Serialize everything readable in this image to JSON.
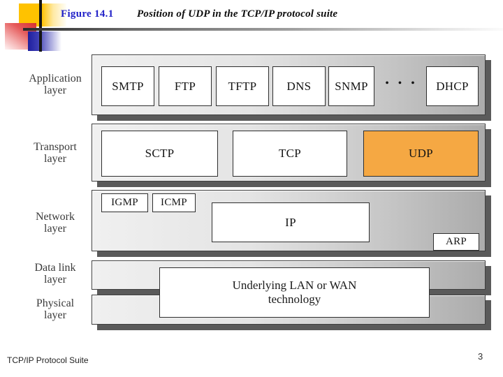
{
  "slide": {
    "figure_label": "Figure 14.1",
    "figure_title": "Position of UDP in the TCP/IP protocol suite",
    "footer": "TCP/IP Protocol Suite",
    "page_number": "3"
  },
  "diagram": {
    "layers": [
      {
        "line1": "Application",
        "line2": "layer"
      },
      {
        "line1": "Transport",
        "line2": "layer"
      },
      {
        "line1": "Network",
        "line2": "layer"
      },
      {
        "line1": "Data link",
        "line2": "layer"
      },
      {
        "line1": "Physical",
        "line2": "layer"
      }
    ],
    "application": {
      "protocols": [
        "SMTP",
        "FTP",
        "TFTP",
        "DNS",
        "SNMP",
        "DHCP"
      ],
      "ellipsis": "• • •"
    },
    "transport": {
      "protocols": [
        "SCTP",
        "TCP",
        "UDP"
      ],
      "highlighted": "UDP"
    },
    "network": {
      "protocols": [
        "IGMP",
        "ICMP",
        "IP",
        "ARP"
      ]
    },
    "underlying": {
      "line1": "Underlying LAN or WAN",
      "line2": "technology"
    }
  },
  "colors": {
    "udp_highlight": "#F5A843",
    "figure_label_blue": "#2121C8",
    "band_gradient_light": "#F0F0F0",
    "band_gradient_dark": "#ABABAB",
    "shadow_gray": "#5A5A5A",
    "logo_yellow": "#FFC200",
    "logo_red": "#D83030",
    "logo_blue": "#1F1F9E"
  }
}
